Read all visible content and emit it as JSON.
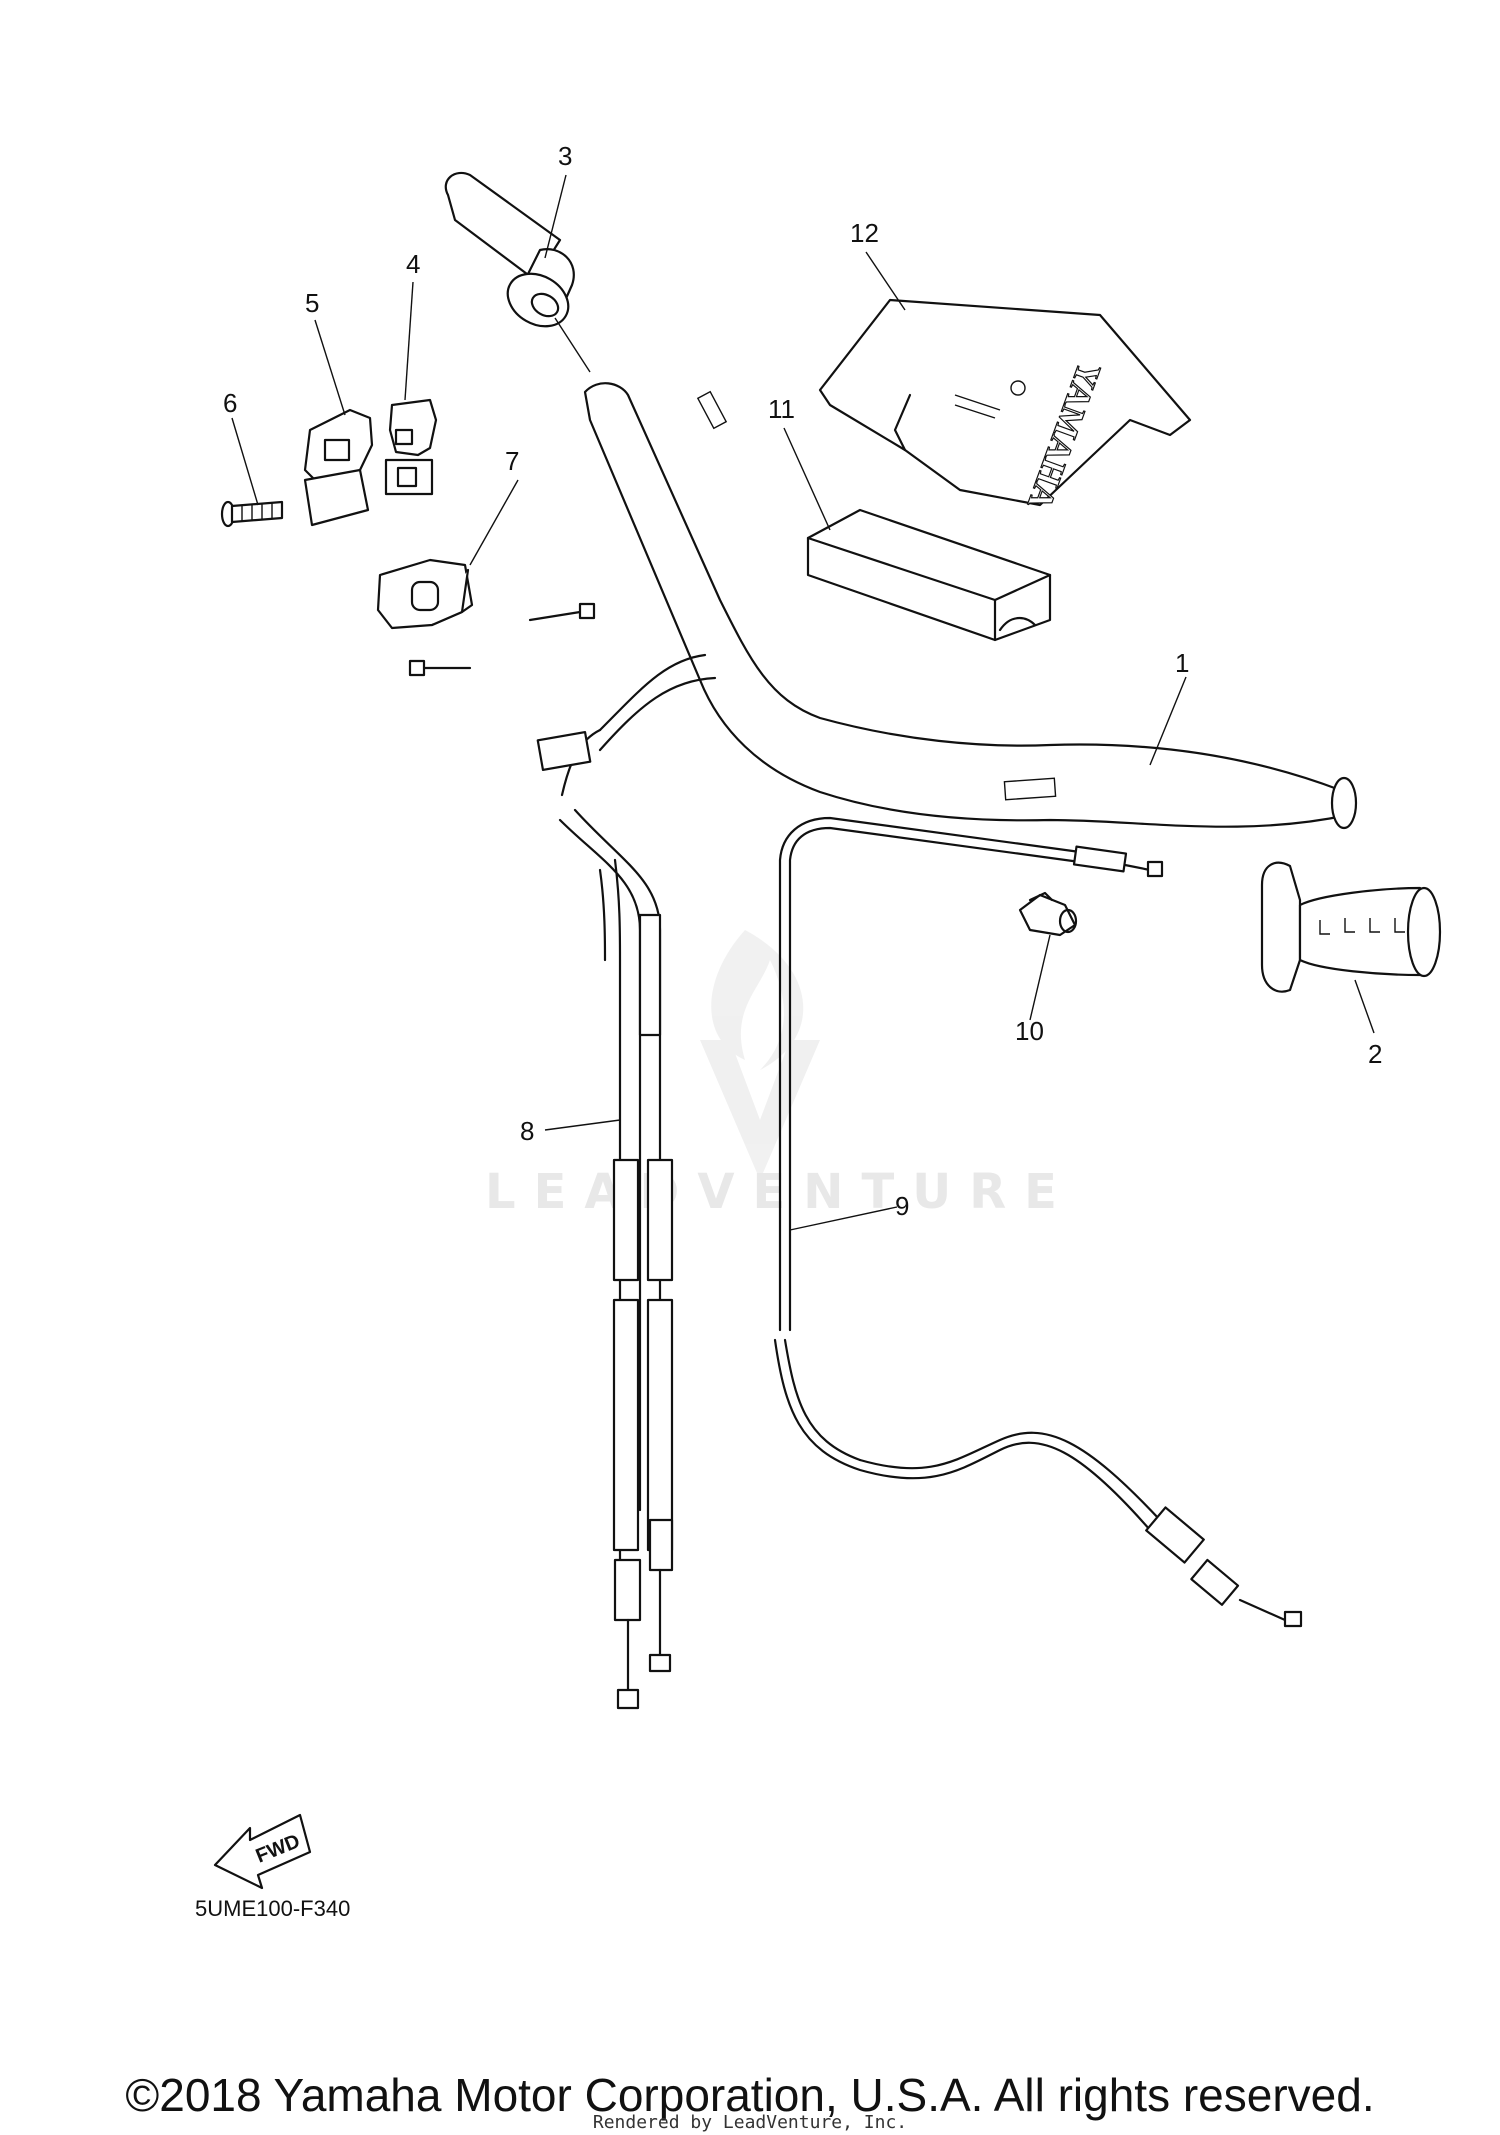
{
  "callouts": [
    "1",
    "2",
    "3",
    "4",
    "5",
    "6",
    "7",
    "8",
    "9",
    "10",
    "11",
    "12"
  ],
  "diagram_code": "5UME100-F340",
  "fwd_label": "FWD",
  "logo_text": "YAMAHA",
  "watermark": "LEADVENTURE",
  "copyright": "©2018 Yamaha Motor Corporation, U.S.A. All rights reserved.",
  "rendered_by": "Rendered by LeadVenture, Inc."
}
